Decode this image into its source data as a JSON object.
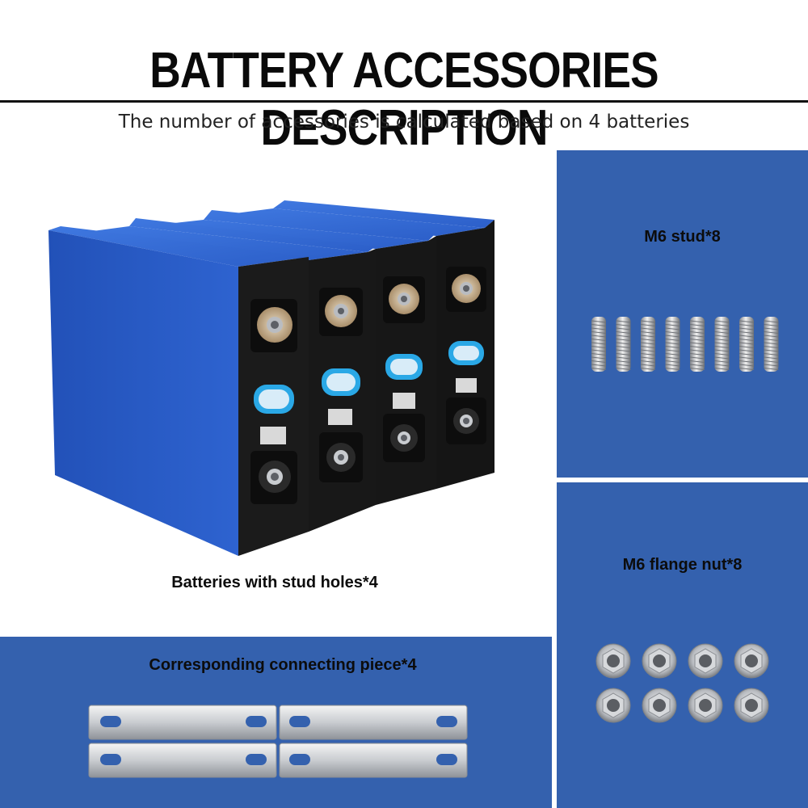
{
  "header": {
    "title": "BATTERY ACCESSORIES DESCRIPTION",
    "subtitle": "The number of accessories is calculated based on 4 batteries"
  },
  "batteries": {
    "label": "Batteries with stud holes*4",
    "count": 4
  },
  "studs": {
    "label": "M6 stud*8",
    "count": 8
  },
  "nuts": {
    "label": "M6 flange nut*8",
    "count": 8
  },
  "connectors": {
    "label": "Corresponding connecting piece*4",
    "count": 4
  },
  "colors": {
    "panel": "#3461ae",
    "battery_blue": "#2f5fc8",
    "battery_face": "#1a1a1a"
  }
}
